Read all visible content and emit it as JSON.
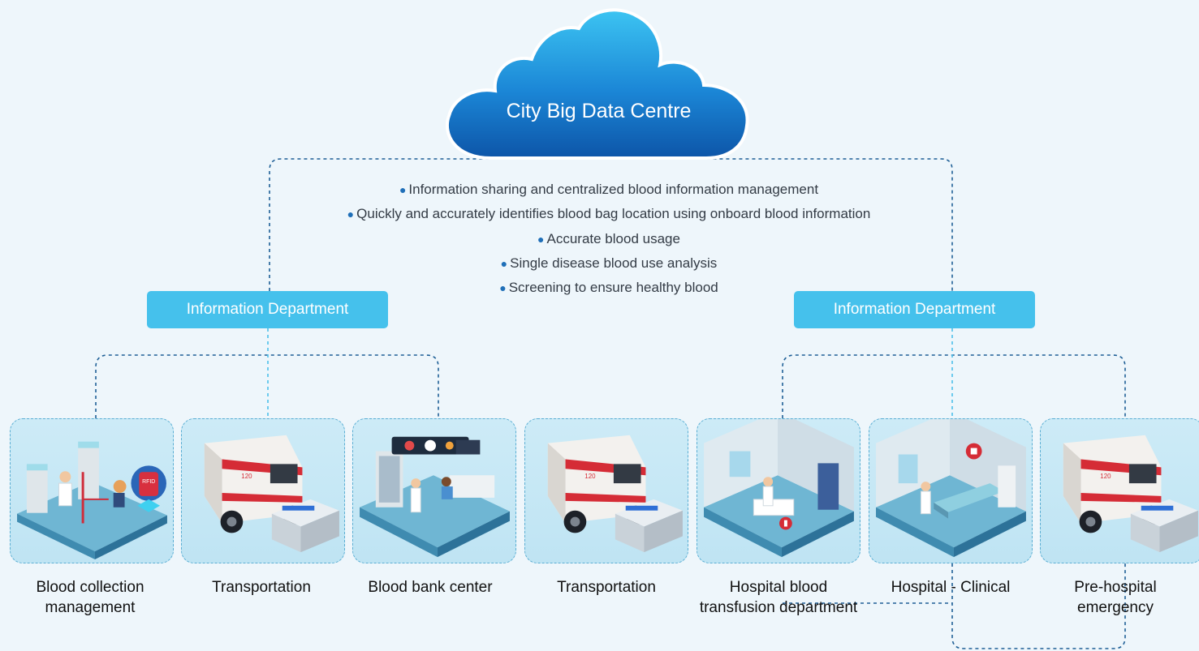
{
  "cloud": {
    "title": "City Big Data Centre"
  },
  "bullets": [
    "Information sharing and centralized blood information management",
    "Quickly and accurately identifies blood bag location using onboard blood information",
    "Accurate blood usage",
    "Single disease blood use analysis",
    "Screening to ensure healthy blood"
  ],
  "departments": {
    "left": "Information Department",
    "right": "Information Department"
  },
  "nodes": [
    {
      "label": "Blood collection management",
      "icon": "blood-collection-scene",
      "badge": "RFID"
    },
    {
      "label": "Transportation",
      "icon": "ambulance-scene",
      "badge": "120"
    },
    {
      "label": "Blood bank center",
      "icon": "blood-bank-scene"
    },
    {
      "label": "Transportation",
      "icon": "ambulance-scene",
      "badge": "120"
    },
    {
      "label": "Hospital blood transfusion department",
      "icon": "transfusion-room-scene"
    },
    {
      "label": "Hospital - Clinical",
      "icon": "clinical-ward-scene"
    },
    {
      "label": "Pre-hospital emergency",
      "icon": "ambulance-scene",
      "badge": "120"
    }
  ],
  "colors": {
    "cloud": "#1f7fd0",
    "department": "#45c1ec",
    "connector": "#1e5f96",
    "bullet": "#1f6fb8"
  }
}
